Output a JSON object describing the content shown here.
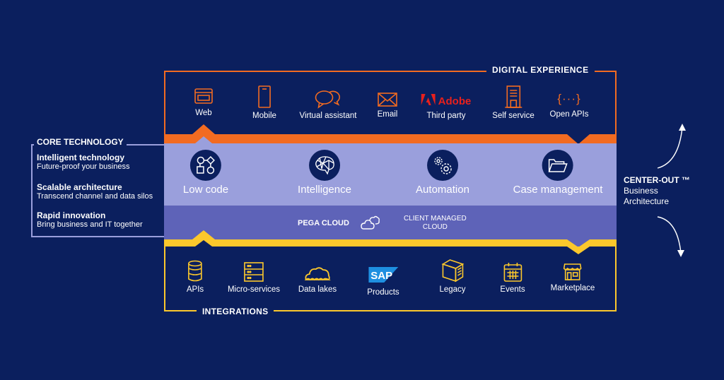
{
  "digital_experience": {
    "title": "DIGITAL EXPERIENCE",
    "items": [
      {
        "label": "Web",
        "icon": "browser-window-icon"
      },
      {
        "label": "Mobile",
        "icon": "mobile-phone-icon"
      },
      {
        "label": "Virtual assistant",
        "icon": "chat-bubbles-icon"
      },
      {
        "label": "Email",
        "icon": "envelope-icon"
      },
      {
        "label": "Third party",
        "icon": "adobe-logo",
        "logo_text": "Adobe"
      },
      {
        "label": "Self service",
        "icon": "building-kiosk-icon"
      },
      {
        "label": "Open APIs",
        "icon": "curly-braces-icon",
        "glyph": "{···}"
      }
    ]
  },
  "capabilities": [
    {
      "label": "Low code",
      "icon": "flowchart-shapes-icon"
    },
    {
      "label": "Intelligence",
      "icon": "brain-network-icon"
    },
    {
      "label": "Automation",
      "icon": "gears-icon"
    },
    {
      "label": "Case management",
      "icon": "folder-icon"
    }
  ],
  "cloud": {
    "pega_cloud": "PEGA CLOUD",
    "client_managed_line1": "CLIENT MANAGED",
    "client_managed_line2": "CLOUD"
  },
  "core_technology": {
    "title": "CORE TECHNOLOGY",
    "items": [
      {
        "heading": "Intelligent technology",
        "sub": "Future-proof your business"
      },
      {
        "heading": "Scalable architecture",
        "sub": "Transcend channel and data silos"
      },
      {
        "heading": "Rapid innovation",
        "sub": "Bring business and IT together"
      }
    ]
  },
  "center_out": {
    "heading": "CENTER-OUT ™",
    "line1": "Business",
    "line2": "Architecture"
  },
  "integrations": {
    "title": "INTEGRATIONS",
    "items": [
      {
        "label": "APIs",
        "icon": "database-icon"
      },
      {
        "label": "Micro-services",
        "icon": "server-rack-icon"
      },
      {
        "label": "Data lakes",
        "icon": "cloud-lake-icon"
      },
      {
        "label": "Products",
        "icon": "sap-logo",
        "logo_text": "SAP"
      },
      {
        "label": "Legacy",
        "icon": "legacy-server-box-icon"
      },
      {
        "label": "Events",
        "icon": "calendar-icon"
      },
      {
        "label": "Marketplace",
        "icon": "storefront-icon"
      }
    ]
  },
  "colors": {
    "background": "#0b1f5e",
    "orange": "#f26b21",
    "yellow": "#fcc82c",
    "lavender": "#9a9fdc",
    "indigo": "#5e63b8",
    "adobe_red": "#e8201c",
    "sap_blue": "#1e8fe0"
  }
}
